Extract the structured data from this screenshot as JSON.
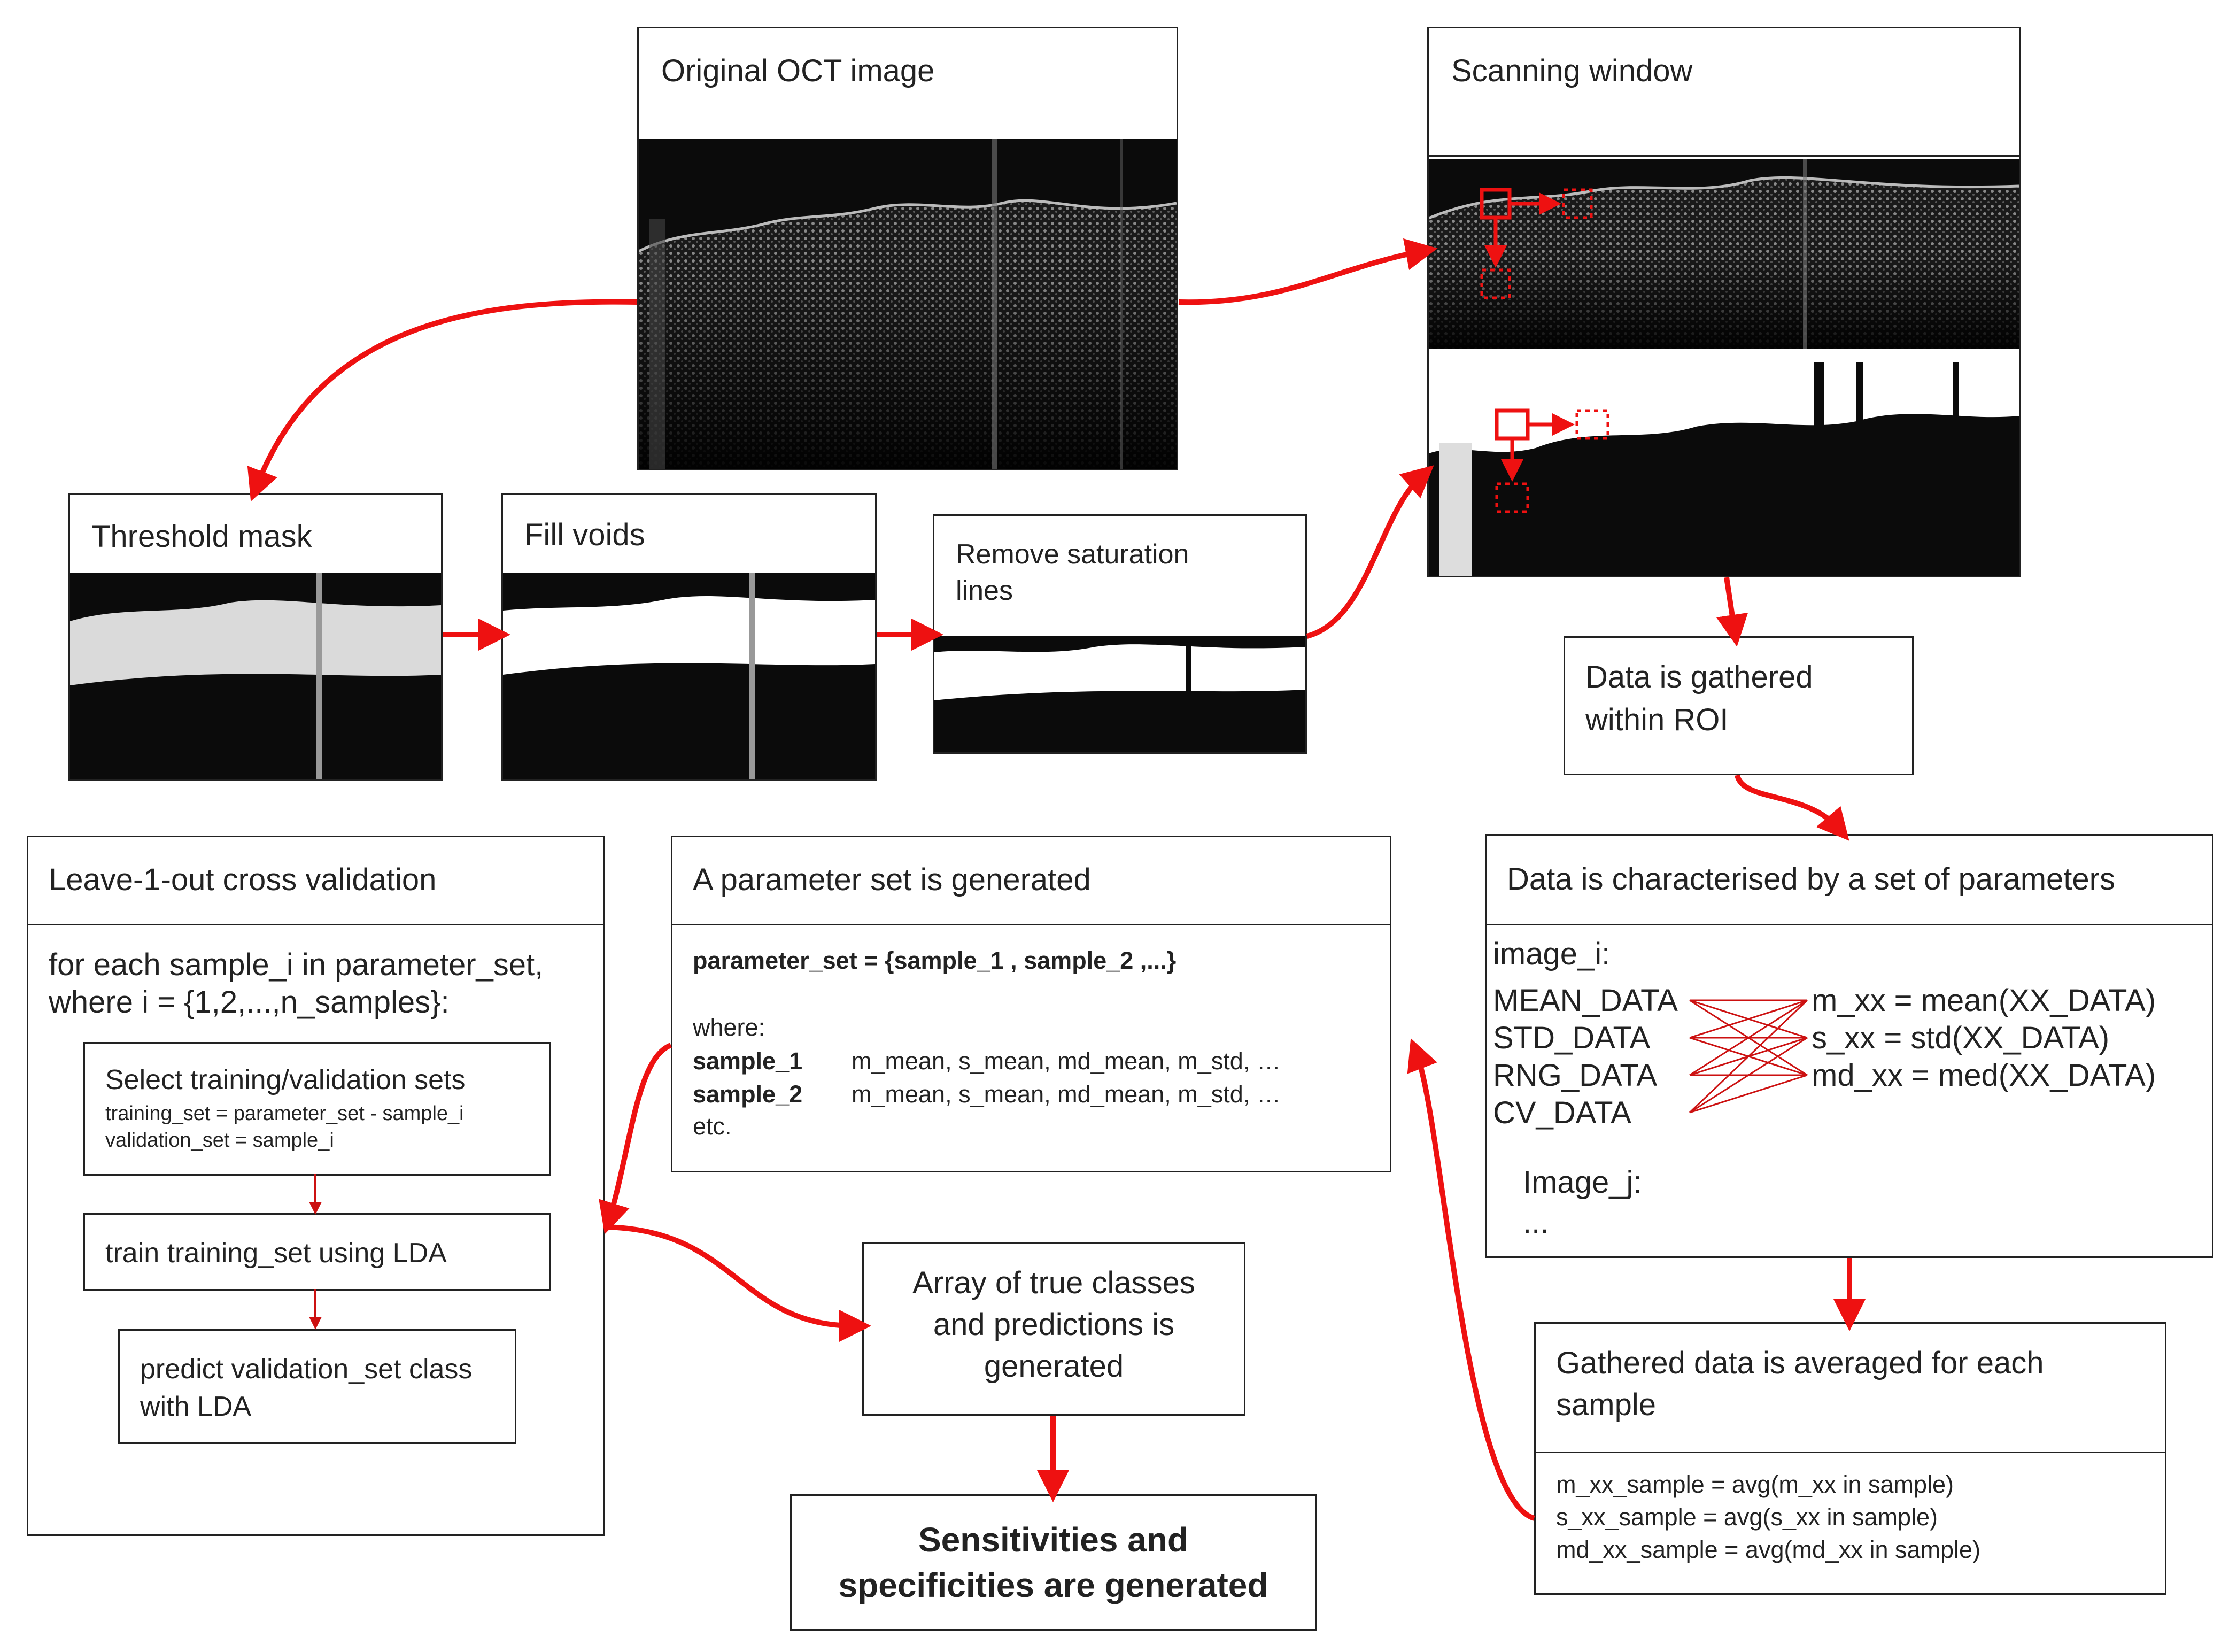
{
  "original": {
    "title": "Original OCT image"
  },
  "scanning": {
    "title": "Scanning window"
  },
  "threshold": {
    "title": "Threshold mask"
  },
  "fill": {
    "title": "Fill voids"
  },
  "saturation": {
    "title_l1": "Remove saturation",
    "title_l2": "lines"
  },
  "gathered": {
    "l1": "Data is gathered",
    "l2": "within ROI"
  },
  "characterised": {
    "title": "Data is characterised by a set of parameters",
    "image_i": "image_i:",
    "left": [
      "MEAN_DATA",
      "STD_DATA",
      "RNG_DATA",
      "CV_DATA"
    ],
    "right": [
      "m_xx = mean(XX_DATA)",
      "s_xx = std(XX_DATA)",
      "md_xx = med(XX_DATA)"
    ],
    "image_j": "Image_j:",
    "ellipsis": "..."
  },
  "averaged": {
    "title_l1": "Gathered data is averaged for each",
    "title_l2": "sample",
    "lines": [
      "m_xx_sample = avg(m_xx in sample)",
      "s_xx_sample = avg(s_xx in sample)",
      "md_xx_sample = avg(md_xx in sample)"
    ]
  },
  "paramset": {
    "title": "A parameter set is generated",
    "def": "parameter_set = {sample_1 , sample_2 ,...}",
    "where": "where:",
    "rows": [
      {
        "name": "sample_1",
        "vals": "m_mean, s_mean, md_mean, m_std, …"
      },
      {
        "name": "sample_2",
        "vals": "m_mean, s_mean, md_mean, m_std, …"
      }
    ],
    "etc": "etc."
  },
  "loo": {
    "title": "Leave-1-out cross validation",
    "l1": "for each sample_i in parameter_set,",
    "l2": "where i = {1,2,...,n_samples}:",
    "select": {
      "title": "Select training/validation sets",
      "a": "training_set = parameter_set - sample_i",
      "b": "validation_set = sample_i"
    },
    "train": "train training_set using LDA",
    "predict_l1": "predict validation_set class",
    "predict_l2": "with LDA"
  },
  "array": {
    "l1": "Array of true classes",
    "l2": "and predictions is",
    "l3": "generated"
  },
  "sens": {
    "l1": "Sensitivities and",
    "l2": "specificities are generated"
  },
  "colors": {
    "arrow": "#ee1111",
    "line": "#222222"
  }
}
